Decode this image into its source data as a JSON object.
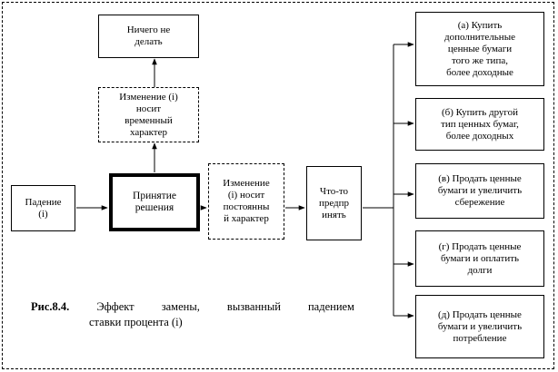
{
  "nodes": {
    "nothing": "Ничего не\nделать",
    "temporary": "Изменение (i)\nносит\nвременный\nхарактер",
    "fall": "Падение\n(i)",
    "decision": "Принятие\nрешения",
    "permanent": "Изменение\n(i) носит\nпостоянны\nй характер",
    "do_something": "Что-то\nпредпр\nинять"
  },
  "options": [
    "(а) Купить\nдополнительные\nценные бумаги\nтого же типа,\nболее доходные",
    "(б)  Купить  другой\nтип  ценных  бумаг,\nболее доходных",
    "(в) Продать ценные\nбумаги и увеличить\nсбережение",
    "(г) Продать ценные\nбумаги и оплатить\nдолги",
    "(д) Продать ценные\nбумаги и увеличить\nпотребление"
  ],
  "caption": {
    "label": "Рис.8.4.",
    "words": [
      "Эффект",
      "замены,",
      "вызванный",
      "падением"
    ],
    "line2": "ставки процента (i)"
  }
}
